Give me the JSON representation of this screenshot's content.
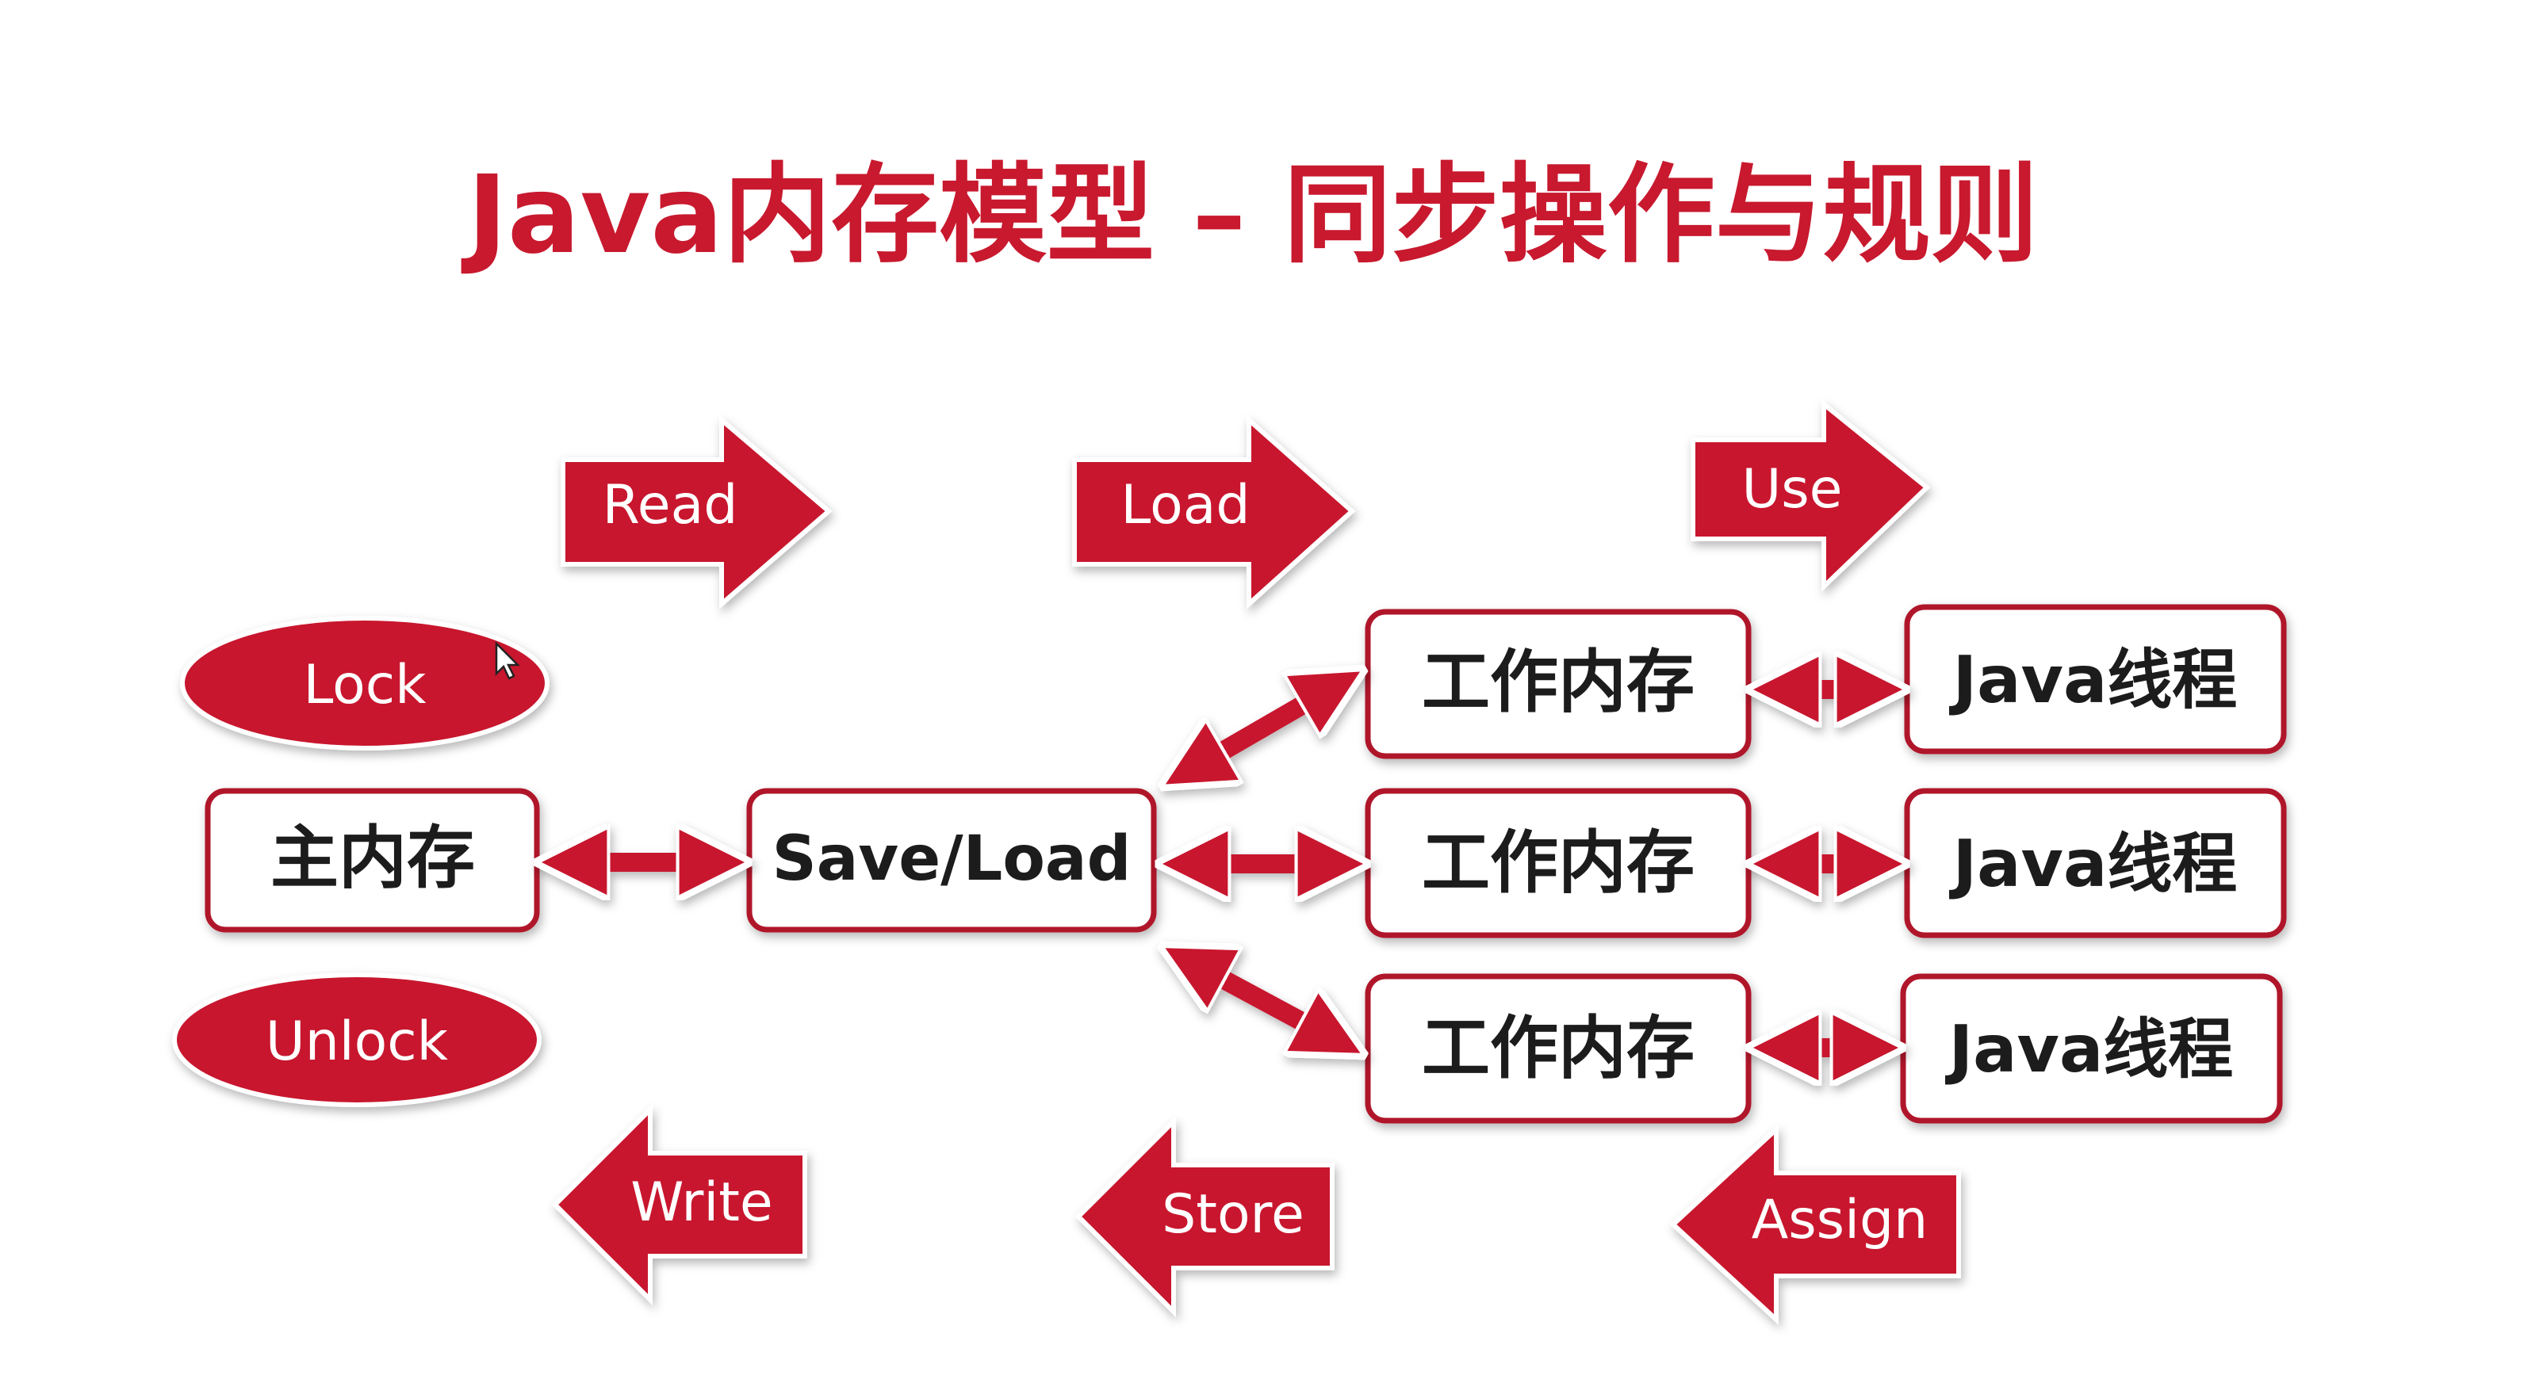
{
  "title": "Java内存模型 – 同步操作与规则",
  "colors": {
    "accent": "#C8192E",
    "box_border": "#B0182A",
    "text_dark": "#1a1a1a",
    "text_light": "#ffffff"
  },
  "operations": {
    "read": "Read",
    "load": "Load",
    "use": "Use",
    "write": "Write",
    "store": "Store",
    "assign": "Assign",
    "lock": "Lock",
    "unlock": "Unlock"
  },
  "nodes": {
    "main_memory": "主内存",
    "save_load": "Save/Load",
    "working_memory": [
      "工作内存",
      "工作内存",
      "工作内存"
    ],
    "java_thread": [
      "Java线程",
      "Java线程",
      "Java线程"
    ]
  }
}
